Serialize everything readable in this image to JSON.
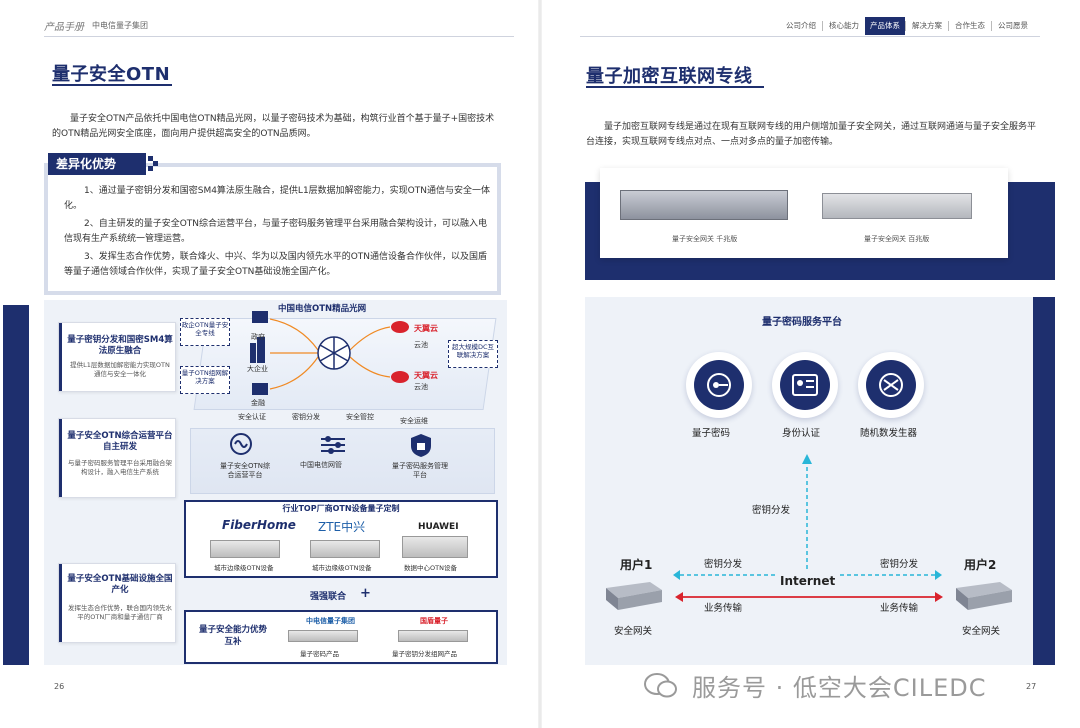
{
  "header": {
    "left_title": "产品手册",
    "left_brand": "中电信量子集团",
    "nav": [
      "公司介绍",
      "核心能力",
      "产品体系",
      "解决方案",
      "合作生态",
      "公司愿景"
    ],
    "nav_active_index": 2,
    "accent_color": "#1e2f6e"
  },
  "left": {
    "title": "量子安全OTN",
    "intro": "量子安全OTN产品依托中国电信OTN精品光网，以量子密码技术为基础，构筑行业首个基于量子+国密技术的OTN精品光网安全底座，面向用户提供超高安全的OTN品质网。",
    "advantages_title": "差异化优势",
    "advantages": [
      "1、通过量子密钥分发和国密SM4算法原生融合，提供L1层数据加解密能力，实现OTN通信与安全一体化。",
      "2、自主研发的量子安全OTN综合运营平台，与量子密码服务管理平台采用融合架构设计，可以融入电信现有生产系统统一管理运营。",
      "3、发挥生态合作优势，联合烽火、中兴、华为以及国内领先水平的OTN通信设备合作伙伴，以及国盾等量子通信领域合作伙伴，实现了量子安全OTN基础设施全国产化。"
    ],
    "diagram": {
      "network_title": "中国电信OTN精品光网",
      "features": [
        {
          "title": "量子密钥分发和国密SM4算法原生融合",
          "desc": "提供L1层数据加解密能力实现OTN通信与安全一体化"
        },
        {
          "title": "量子安全OTN综合运营平台自主研发",
          "desc": "与量子密码服务管理平台采用融合架构设计，融入电信生产系统"
        },
        {
          "title": "量子安全OTN基础设施全国产化",
          "desc": "发挥生态合作优势，联合国内领先水平的OTN厂商和量子通信厂商"
        }
      ],
      "left_boxes": [
        "政企OTN量子安全专线",
        "量子OTN组网解决方案"
      ],
      "right_box": "超大规模DC互联解决方案",
      "sectors": [
        "政府",
        "大企业",
        "金融"
      ],
      "cloud_brand": "天翼云",
      "cloud_label": "云池",
      "platform_labels": [
        "安全认证",
        "密钥分发",
        "安全管控",
        "安全运维"
      ],
      "platform_items": [
        "量子安全OTN综合运营平台",
        "中国电信网管",
        "量子密码服务管理平台"
      ],
      "vendor_title": "行业TOP厂商OTN设备量子定制",
      "vendors": [
        "FiberHome",
        "ZTE中兴",
        "HUAWEI"
      ],
      "vendor_devices": [
        "城市边缘级OTN设备",
        "城市边缘级OTN设备",
        "数据中心OTN设备"
      ],
      "joint_label": "强强联合",
      "complement_label": "量子安全能力优势互补",
      "partners": [
        "中电信量子集团",
        "国盾量子"
      ],
      "partner_products": [
        "量子密码产品",
        "量子密钥分发组网产品"
      ]
    },
    "page_number": "26"
  },
  "right": {
    "title": "量子加密互联网专线",
    "intro": "量子加密互联网专线是通过在现有互联网专线的用户侧增加量子安全网关，通过互联网通道与量子安全服务平台连接，实现互联网专线点对点、一点对多点的量子加密传输。",
    "products": [
      "量子安全网关 千兆版",
      "量子安全网关 百兆版"
    ],
    "diagram": {
      "platform_title": "量子密码服务平台",
      "services": [
        "量子密码",
        "身份认证",
        "随机数发生器"
      ],
      "key_dist": "密钥分发",
      "internet": "Internet",
      "business": "业务传输",
      "user1": "用户1",
      "user2": "用户2",
      "gateway": "安全网关"
    },
    "page_number": "27"
  },
  "watermark": "服务号 · 低空大会CILEDC"
}
